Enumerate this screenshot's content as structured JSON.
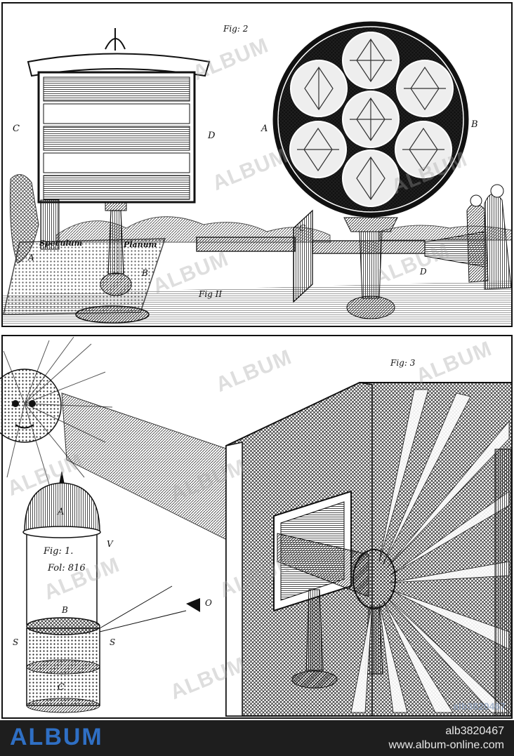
{
  "labels": {
    "fig2": "Fig: 2",
    "c": "C",
    "d": "D",
    "a_left": "A",
    "b_left": "B",
    "speculum": "Speculum",
    "planum": "Planum",
    "fig11": "Fig II",
    "a_disc": "A",
    "b_disc": "B",
    "c_screen": "C",
    "d_right": "D",
    "fig3": "Fig: 3",
    "a_lantern": "A",
    "fig1": "Fig: 1.",
    "fol": "Fol: 816",
    "v": "V",
    "b_lantern": "B",
    "s_left": "S",
    "s_right": "S",
    "c_lantern": "C",
    "o": "O"
  },
  "watermarks": [
    "ALBUM",
    "ALBUM",
    "ALBUM",
    "ALBUM",
    "ALBUM",
    "ALBUM",
    "ALBUM",
    "ALBUM",
    "ALBUM",
    "ALBUM",
    "ALBUM",
    "ALBUM"
  ],
  "watermark_id": "alb3820467",
  "footer": {
    "brand": "ALBUM",
    "reference": "alb3820467",
    "website": "www.album-online.com"
  }
}
